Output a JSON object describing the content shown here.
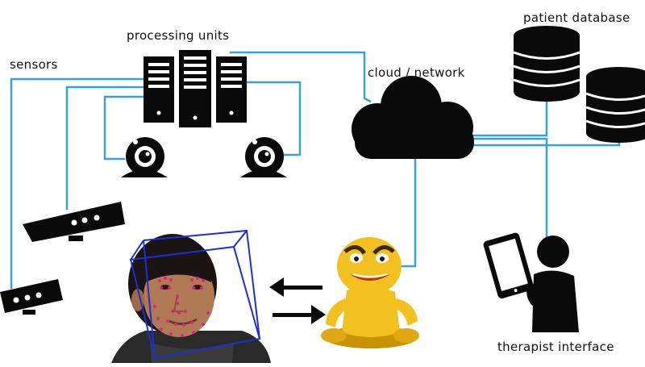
{
  "labels": {
    "sensors": "sensors",
    "processing_units": "processing units",
    "cloud_network": "cloud / network",
    "patient_database": "patient database",
    "therapist_interface": "therapist interface"
  },
  "colors": {
    "connector": "#3aa0d8",
    "icon": "#0a0a0a",
    "face_box": "#1e2fd0",
    "landmark": "#e0208a",
    "robot_body": "#f2c020",
    "robot_shadow": "#c89200",
    "skin": "#b07a55"
  },
  "icons": [
    "server-icon",
    "webcam-icon",
    "depth-sensor-icon",
    "cloud-icon",
    "database-icon",
    "tablet-user-icon",
    "swap-arrows-icon",
    "robot-toy-icon",
    "face-tracking-image"
  ]
}
